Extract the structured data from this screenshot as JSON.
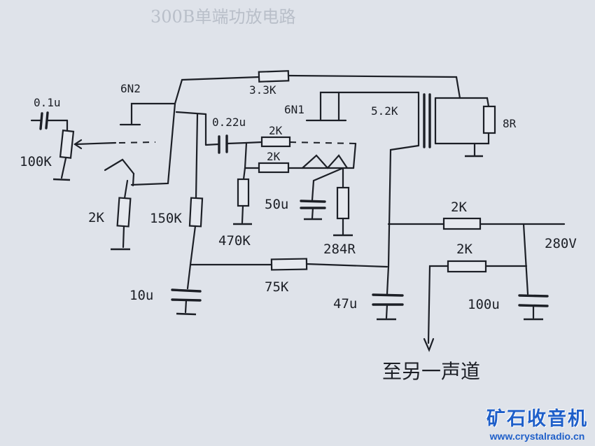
{
  "header_text": "300B单端功放电路",
  "tubes": {
    "input_tube": "6N2",
    "driver_tube": "6N1"
  },
  "components": {
    "c_input": "0.1u",
    "vr_volume": "100K",
    "r_cathode_in": "2K",
    "r_bias": "150K",
    "c_bias": "10u",
    "c_coupling": "0.22u",
    "r_fb_a": "2K",
    "r_fb_b": "2K",
    "r_grid": "470K",
    "c_cathode": "50u",
    "r_cathode": "284R",
    "r_top": "3.3K",
    "r_plate": "5.2K",
    "r_load": "8R",
    "r_supply_a": "2K",
    "r_supply_b": "2K",
    "r_series": "75K",
    "c_filter_a": "47u",
    "c_filter_b": "100u",
    "supply_voltage": "280V"
  },
  "note": "至另一声道",
  "watermark": {
    "title": "矿石收音机",
    "url": "www.crystalradio.cn"
  },
  "colors": {
    "ink": "#1c1f26",
    "paper": "#dfe3ea",
    "watermark": "#1f5fc9"
  }
}
